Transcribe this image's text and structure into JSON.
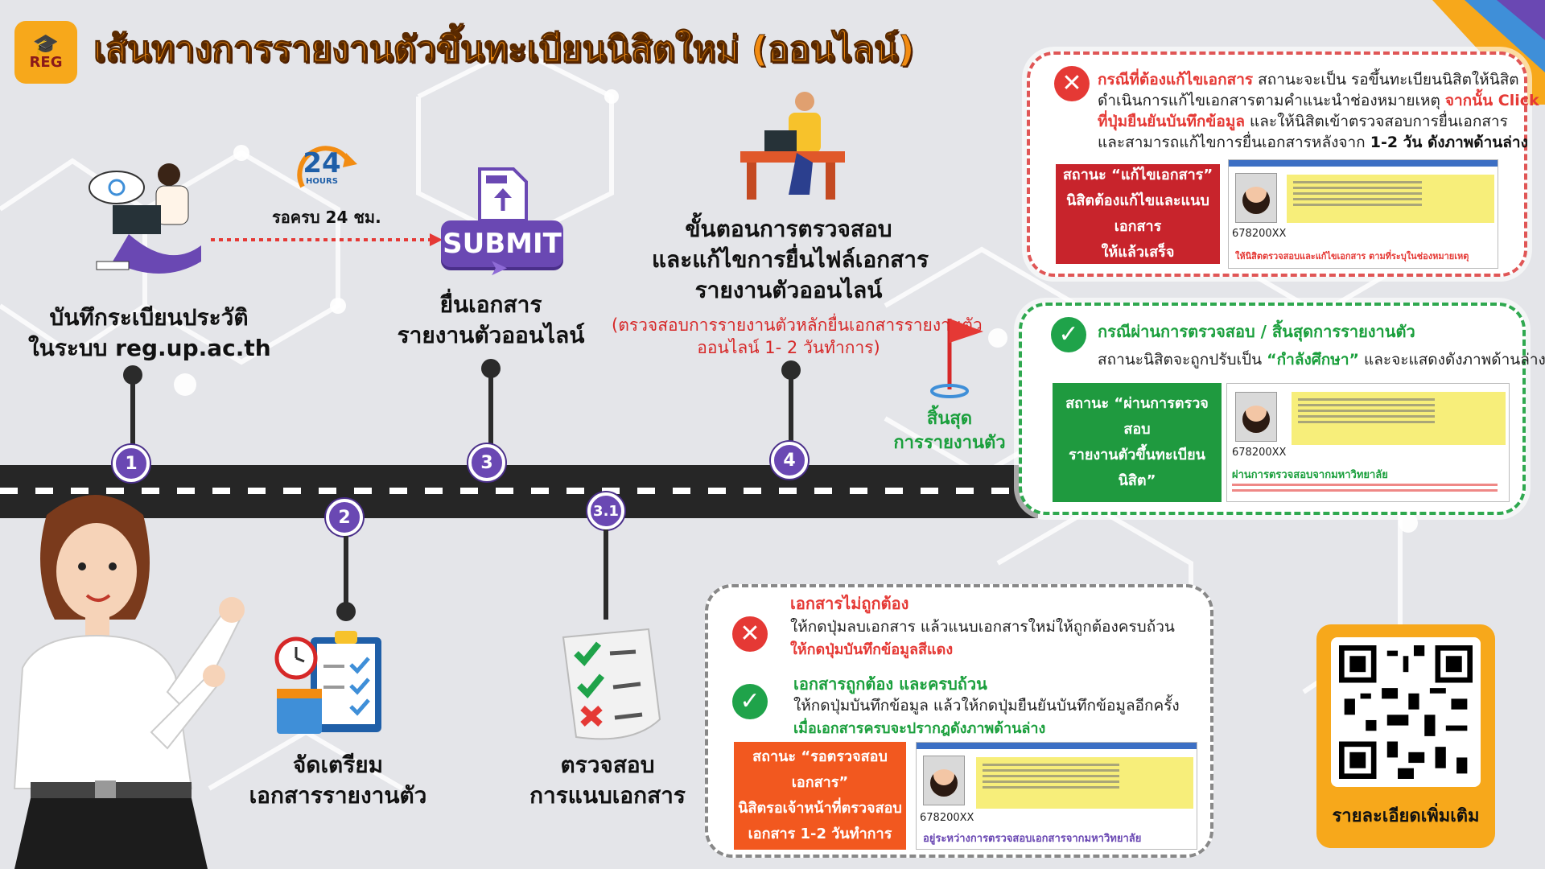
{
  "header": {
    "logo_text": "REG",
    "title": "เส้นทางการรายงานตัวขึ้นทะเบียนนิสิตใหม่ (ออนไลน์)"
  },
  "steps": {
    "s1": {
      "badge": "1",
      "line1": "บันทึกระเบียนประวัติ",
      "line2": "ในระบบ reg.up.ac.th"
    },
    "wait": {
      "hours_num": "24",
      "hours_word": "HOURS",
      "label": "รอครบ 24 ชม."
    },
    "submit": {
      "button": "SUBMIT"
    },
    "s2": {
      "badge": "2",
      "line1": "จัดเตรียม",
      "line2": "เอกสารรายงานตัว"
    },
    "s3": {
      "badge": "3",
      "line1": "ยื่นเอกสาร",
      "line2": "รายงานตัวออนไลน์"
    },
    "s31": {
      "badge": "3.1",
      "line1": "ตรวจสอบ",
      "line2": "การแนบเอกสาร"
    },
    "s4": {
      "badge": "4",
      "line1": "ขั้นตอนการตรวจสอบ",
      "line2": "และแก้ไขการยื่นไฟล์เอกสาร",
      "line3": "รายงานตัวออนไลน์",
      "note1": "(ตรวจสอบการรายงานตัวหลักยื่นเอกสารรายงานตัว",
      "note2": "ออนไลน์ 1- 2 วันทำการ)"
    },
    "end": {
      "line1": "สิ้นสุด",
      "line2": "การรายงานตัว"
    }
  },
  "panel_fix": {
    "heading": "กรณีที่ต้องแก้ไขเอกสาร",
    "l1_rest": " สถานะจะเป็น รอขึ้นทะเบียนนิสิตให้นิสิต",
    "l2_a": "ดำเนินการแก้ไขเอกสารตามคำแนะนำช่องหมายเหตุ ",
    "l2_b": "จากนั้น Click",
    "l3_a": "ที่ปุ่มยืนยันบันทึกข้อมูล",
    "l3_b": " และให้นิสิตเข้าตรวจสอบการยื่นเอกสาร",
    "l4_a": "และสามารถแก้ไขการยื่นเอกสารหลังจาก ",
    "l4_b": "1-2 วัน ดังภาพด้านล่าง",
    "status1": "สถานะ “แก้ไขเอกสาร”",
    "status2": "นิสิตต้องแก้ไขและแนบเอกสาร",
    "status3": "ให้แล้วเสร็จ",
    "student_id": "678200XX",
    "caption": "ให้นิสิตตรวจสอบและแก้ไขเอกสาร ตามที่ระบุในช่องหมายเหตุ"
  },
  "panel_pass": {
    "heading": "กรณีผ่านการตรวจสอบ / สิ้นสุดการรายงานตัว",
    "l1_a": "สถานะนิสิตจะถูกปรับเป็น ",
    "l1_b": "“กำลังศึกษา”",
    "l1_c": " และจะแสดงดังภาพด้านล่าง",
    "status1": "สถานะ “ผ่านการตรวจสอบ",
    "status2": "รายงานตัวขึ้นทะเบียนนิสิต”",
    "student_id": "678200XX",
    "caption": "ผ่านการตรวจสอบจากมหาวิทยาลัย"
  },
  "panel_check": {
    "wrong_heading": "เอกสารไม่ถูกต้อง",
    "wrong_l1": "ให้กดปุ่มลบเอกสาร แล้วแนบเอกสารใหม่ให้ถูกต้องครบถ้วน",
    "wrong_l2": "ให้กดปุ่มบันทึกข้อมูลสีแดง",
    "ok_heading": "เอกสารถูกต้อง และครบถ้วน",
    "ok_l1": "ให้กดปุ่มบันทึกข้อมูล แล้วให้กดปุ่มยืนยันบันทึกข้อมูลอีกครั้ง",
    "ok_l2": "เมื่อเอกสารครบจะปรากฎดังภาพด้านล่าง",
    "status1": "สถานะ “รอตรวจสอบเอกสาร”",
    "status2": "นิสิตรอเจ้าหน้าที่ตรวจสอบ",
    "status3": "เอกสาร 1-2 วันทำการ",
    "student_id": "678200XX",
    "caption": "อยู่ระหว่างการตรวจสอบเอกสารจากมหาวิทยาลัย"
  },
  "qr": {
    "label": "รายละเอียดเพิ่มเติม"
  },
  "colors": {
    "title": "#f28c12",
    "badge": "#6a48b3",
    "red": "#e53935",
    "green": "#1a9f3c",
    "orange": "#f2581f",
    "qr_frame": "#f7a81b"
  }
}
